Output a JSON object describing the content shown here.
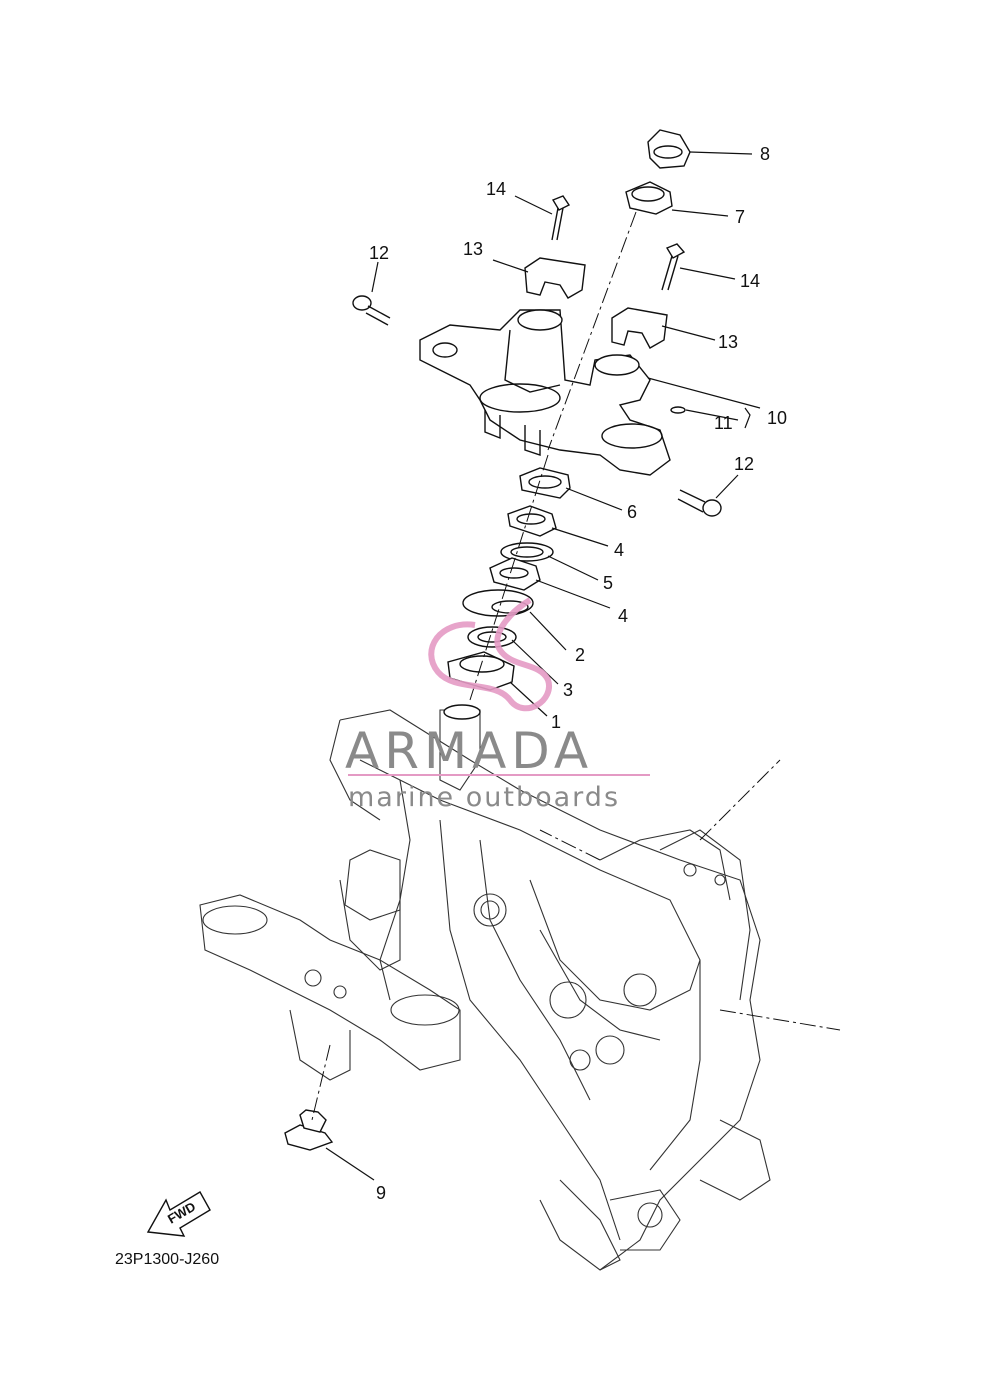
{
  "diagram": {
    "drawing_code": "23P1300-J260",
    "fwd_text": "FWD",
    "watermark": {
      "brand": "ARMADA",
      "tagline": "marine outboards",
      "accent_color": "#e49ac4",
      "text_color": "#8a8a8a"
    },
    "callouts": [
      {
        "label": "8"
      },
      {
        "label": "7"
      },
      {
        "label": "14"
      },
      {
        "label": "14"
      },
      {
        "label": "12"
      },
      {
        "label": "13"
      },
      {
        "label": "13"
      },
      {
        "label": "10"
      },
      {
        "label": "11"
      },
      {
        "label": "12"
      },
      {
        "label": "6"
      },
      {
        "label": "4"
      },
      {
        "label": "5"
      },
      {
        "label": "4"
      },
      {
        "label": "2"
      },
      {
        "label": "3"
      },
      {
        "label": "1"
      },
      {
        "label": "9"
      }
    ]
  }
}
